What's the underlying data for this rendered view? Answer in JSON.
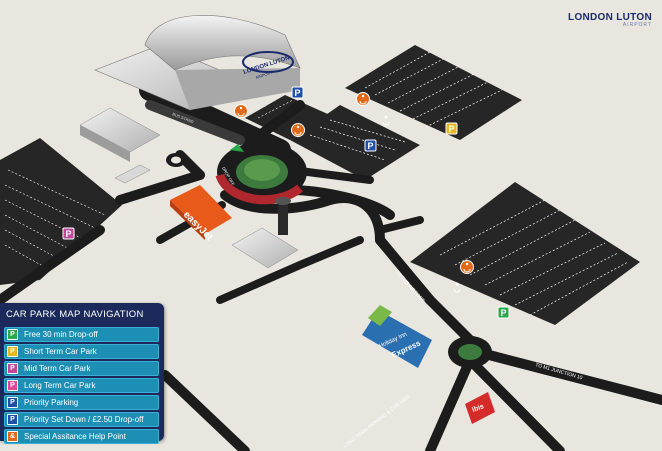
{
  "brand": {
    "name": "LONDON LUTON",
    "sub": "AIRPORT"
  },
  "terminal_sign": {
    "line1": "LONDON LUTON",
    "line2": "AIRPORT"
  },
  "easyjet_sign": "easyJet",
  "holiday_inn": {
    "line1": "Holiday Inn",
    "line2": "Express"
  },
  "ibis_sign": "ibis",
  "parking_letter": "P",
  "road_labels": {
    "to_the_airport": "TO THE AIRPORT",
    "to_m1_junction": "TO M1 JUNCTION 10",
    "long_term": "LONG TERM PARKING & CAR HIRE",
    "bus_stand": "BUS STAND",
    "taxis": "TAXIS",
    "dropoff": "DROP OFF"
  },
  "navigation": {
    "title": "CAR PARK MAP NAVIGATION",
    "items": [
      {
        "key": "P",
        "label": "Free 30 min Drop-off",
        "color": "#2aa84a"
      },
      {
        "key": "P",
        "label": "Short Term Car Park",
        "color": "#e6b820"
      },
      {
        "key": "P",
        "label": "Mid Term Car Park",
        "color": "#c0479a"
      },
      {
        "key": "P",
        "label": "Long Term Car Park",
        "color": "#e0479a"
      },
      {
        "key": "P",
        "label": "Priority Parking",
        "color": "#1f4fa8"
      },
      {
        "key": "P",
        "label": "Priority Set Down / £2.50 Drop-off",
        "color": "#1f4fa8"
      },
      {
        "key": "&",
        "label": "Special Assitance Help Point",
        "color": "#e0691a"
      }
    ]
  },
  "colors": {
    "ground": "#e9e6e0",
    "road": "#1c1c1c",
    "car_park": "#2a2a2a",
    "green": "#2aa84a",
    "yellow": "#e6b820",
    "purple": "#c0479a",
    "blue": "#1f4fa8",
    "orange": "#e0691a",
    "nav_bg": "#1b2a5a",
    "nav_item": "#1d8fb5"
  },
  "map_markers": [
    {
      "type": "priority",
      "icon": "parking-blue"
    },
    {
      "type": "priority",
      "icon": "parking-blue"
    },
    {
      "type": "short",
      "icon": "parking-yellow"
    },
    {
      "type": "mid",
      "icon": "parking-purple"
    },
    {
      "type": "free",
      "icon": "parking-green"
    },
    {
      "type": "assist",
      "icon": "wheelchair-orange"
    }
  ]
}
